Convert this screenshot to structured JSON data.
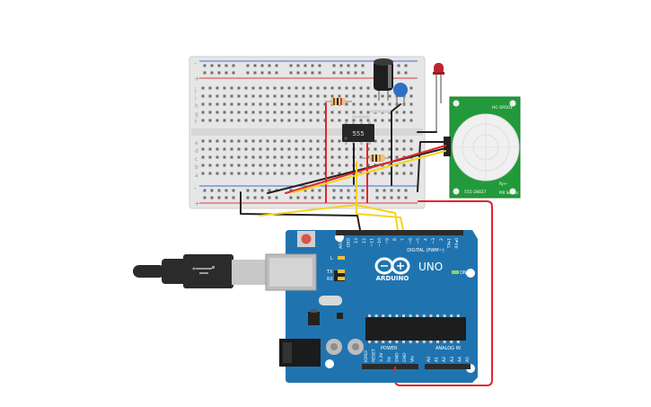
{
  "colors": {
    "arduino_board": "#1f74b0",
    "arduino_dark": "#175d91",
    "breadboard": "#e6e6e6",
    "rail_red": "#e23a3a",
    "rail_blue": "#3a6ecf",
    "wire_red": "#e3262b",
    "wire_yellow": "#f6d31e",
    "wire_black": "#222222",
    "pir_board": "#229a3b",
    "led": "#c0232b",
    "usb_cable": "#2b2b2b"
  },
  "arduino": {
    "logo_text": "ARDUINO",
    "model": "UNO",
    "label_digital": "DIGITAL (PWM~)",
    "label_power": "POWER",
    "label_analog": "ANALOG IN",
    "label_on": "ON",
    "label_l": "L",
    "label_tx": "TX",
    "label_rx": "RX",
    "digital_pins": [
      "AREF",
      "GND",
      "13",
      "12",
      "~11",
      "~10",
      "~9",
      "8",
      "7",
      "~6",
      "~5",
      "4",
      "~3",
      "2",
      "TX▸1",
      "RX◂0"
    ],
    "power_pins": [
      "IOREF",
      "RESET",
      "3.3V",
      "5V",
      "GND",
      "GND",
      "Vin"
    ],
    "analog_pins": [
      "A0",
      "A1",
      "A2",
      "A3",
      "A4",
      "A5"
    ]
  },
  "ic_555": {
    "label": "555"
  },
  "pir_sensor": {
    "label_top": "HC-SR501",
    "label_bottom": "555-28027",
    "label_side": "PIR Sensor",
    "label_side2": "Ry+-"
  },
  "breadboard": {
    "row_letters_top": [
      "j",
      "i",
      "h",
      "g",
      "f"
    ],
    "row_letters_bottom": [
      "e",
      "d",
      "c",
      "b",
      "a"
    ],
    "rail_minus": "-",
    "rail_plus": "+"
  }
}
